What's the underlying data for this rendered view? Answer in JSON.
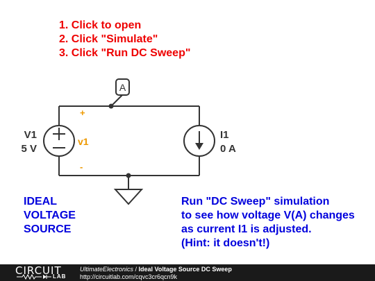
{
  "instructions": [
    "1. Click to open",
    "2. Click \"Simulate\"",
    "3. Click \"Run DC Sweep\""
  ],
  "probe": {
    "label": "A"
  },
  "source_v1": {
    "name": "V1",
    "value": "5 V",
    "node_label": "v1",
    "plus": "+",
    "minus": "-"
  },
  "source_i1": {
    "name": "I1",
    "value": "0 A"
  },
  "note_left": [
    "IDEAL",
    "VOLTAGE",
    "SOURCE"
  ],
  "note_right": [
    "Run \"DC Sweep\" simulation",
    "to see how voltage V(A) changes",
    "as current I1 is adjusted.",
    "(Hint: it doesn't!)"
  ],
  "footer": {
    "logo_top": "CIRCUIT",
    "logo_bottom": "LAB",
    "author": "UltimateElectronics",
    "separator": " / ",
    "title": "Ideal Voltage Source DC Sweep",
    "url": "http://circuitlab.com/cqvc3cr6qcn9k"
  },
  "colors": {
    "instructions": "#ee0000",
    "notes": "#0000dd",
    "wire": "#333333",
    "polarity": "#ee9900"
  }
}
